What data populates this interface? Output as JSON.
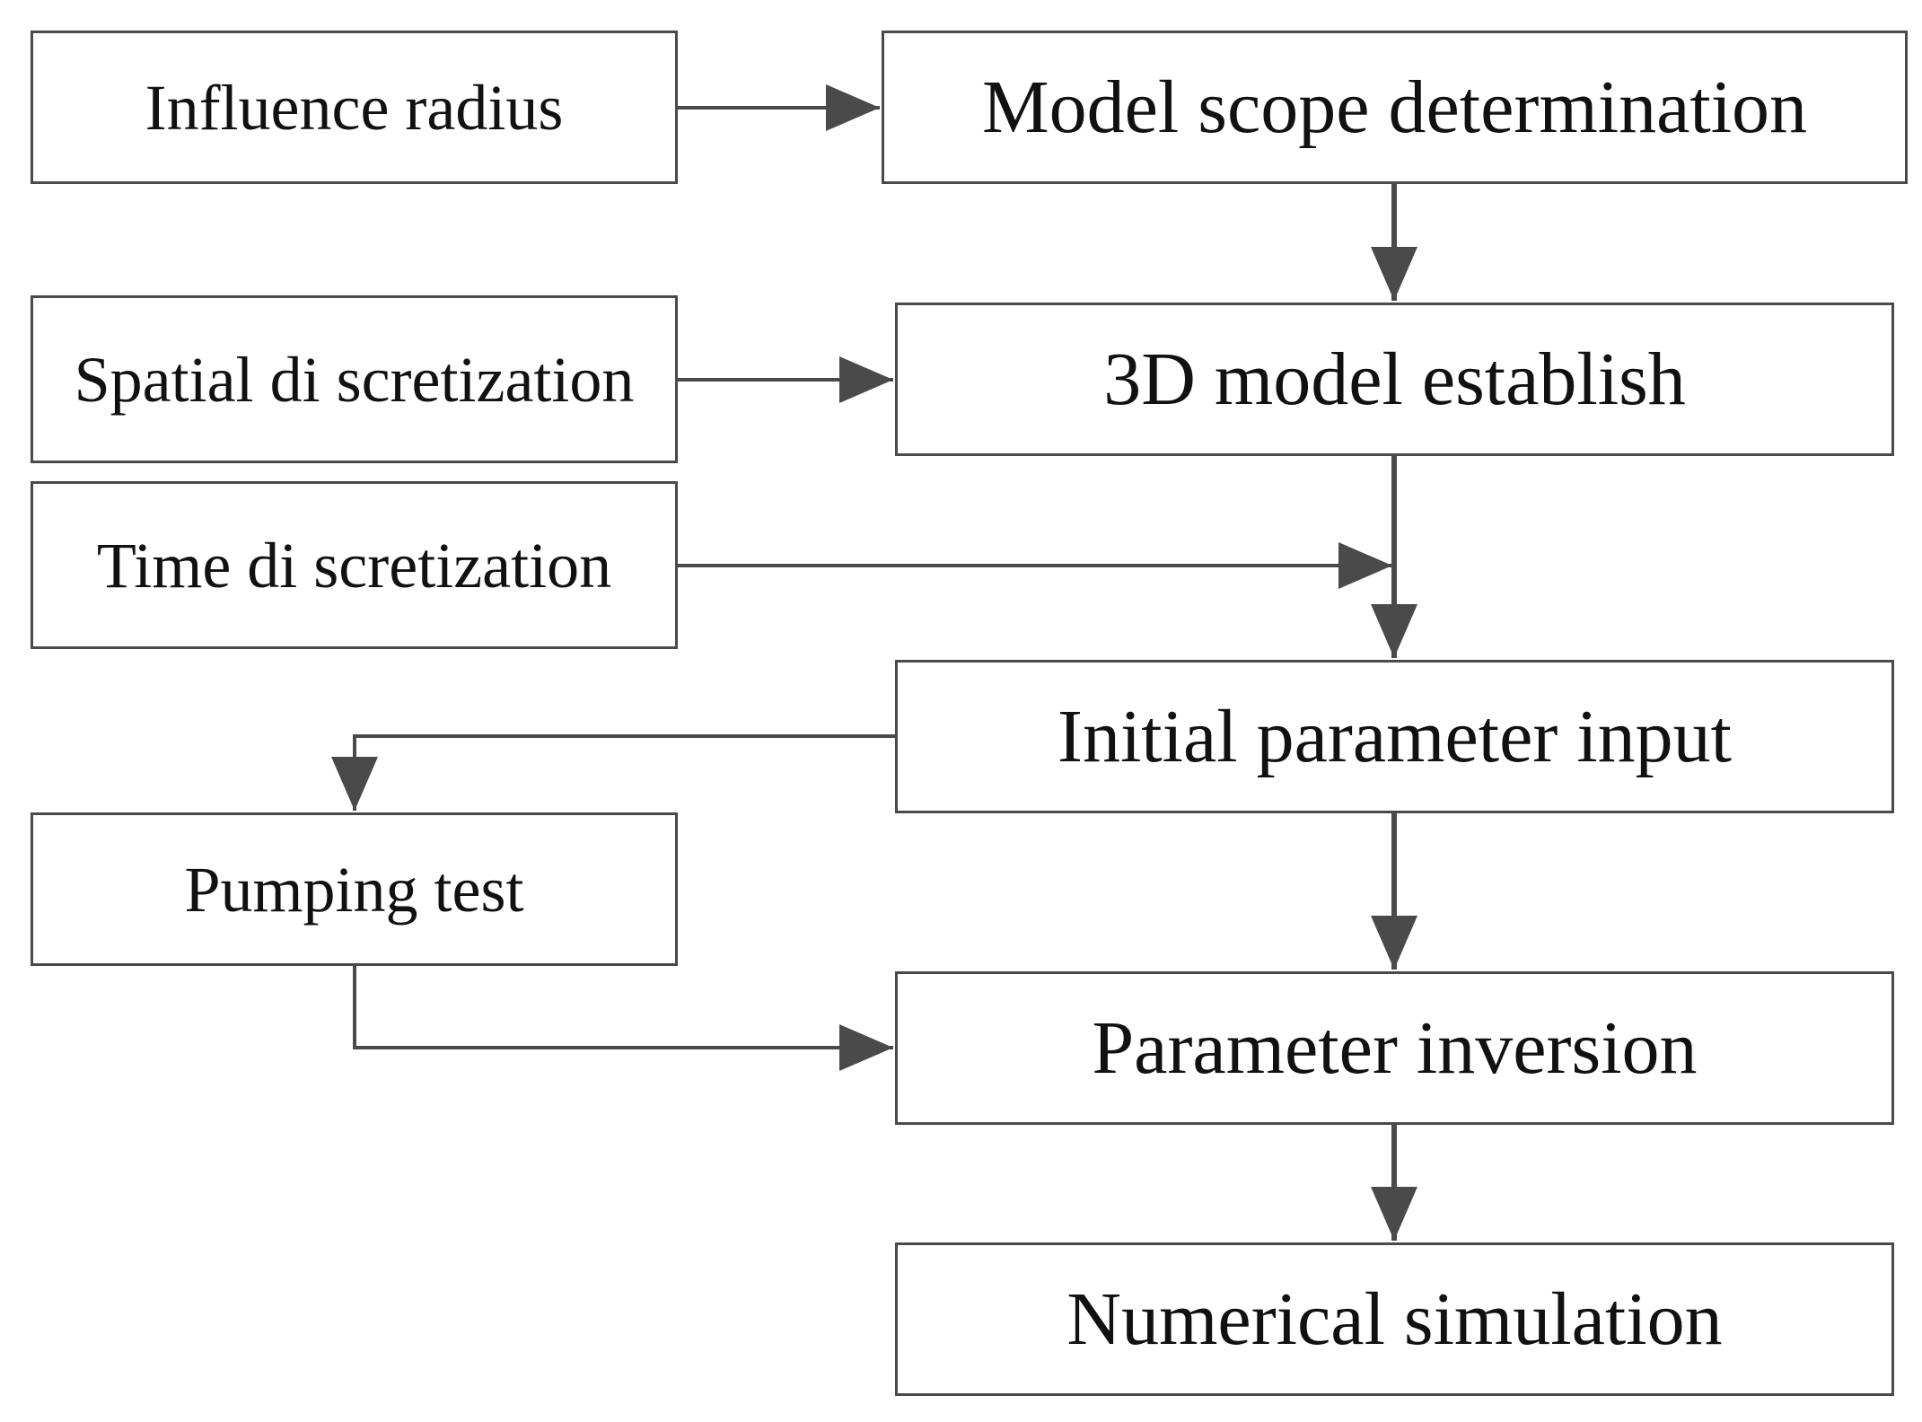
{
  "diagram": {
    "colors": {
      "line": "#4a4a4a",
      "box_border": "#4a4a4a",
      "text": "#111111",
      "background": "#ffffff"
    },
    "nodes": {
      "influence_radius": "Influence radius",
      "spatial_discretization": "Spatial di scretization",
      "time_discretization": "Time di scretization",
      "pumping_test": "Pumping test",
      "model_scope_determination": "Model scope determination",
      "model_3d_establish": "3D model establish",
      "initial_parameter_input": "Initial parameter input",
      "parameter_inversion": "Parameter inversion",
      "numerical_simulation": "Numerical simulation"
    },
    "edges": [
      {
        "from": "influence_radius",
        "to": "model_scope_determination"
      },
      {
        "from": "model_scope_determination",
        "to": "model_3d_establish"
      },
      {
        "from": "spatial_discretization",
        "to": "model_3d_establish"
      },
      {
        "from": "model_3d_establish",
        "to": "initial_parameter_input"
      },
      {
        "from": "time_discretization",
        "to": "initial_parameter_input"
      },
      {
        "from": "initial_parameter_input",
        "to": "pumping_test"
      },
      {
        "from": "initial_parameter_input",
        "to": "parameter_inversion"
      },
      {
        "from": "pumping_test",
        "to": "parameter_inversion"
      },
      {
        "from": "parameter_inversion",
        "to": "numerical_simulation"
      }
    ]
  }
}
